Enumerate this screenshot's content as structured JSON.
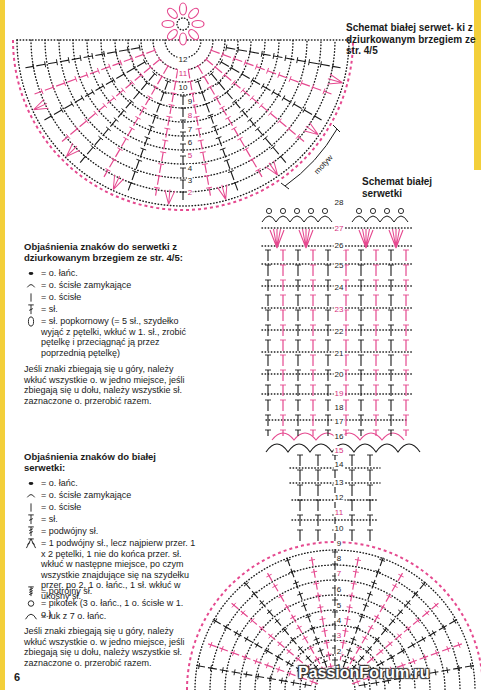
{
  "diagram": {
    "labels": [
      "Schemat białej serwet- ki z dziurkowanym brzegiem ze str. 4/5",
      "motyw",
      "12",
      "11",
      "10",
      "9",
      "8",
      "7",
      "6",
      "5",
      "4",
      "3",
      "2",
      "Schemat białej serwetki",
      "28",
      "27",
      "26",
      "25",
      "24",
      "23",
      "22",
      "21",
      "20",
      "19",
      "18",
      "17",
      "16",
      "15",
      "14",
      "13",
      "12",
      "11",
      "10",
      "9",
      "8",
      "7",
      "6",
      "5",
      "4",
      "3",
      "2",
      "1",
      "Objaśnienia znaków do serwetki z dziurkowanym brzegiem ze str. 4/5:",
      "Jeśli znaki zbiegają się u góry, należy wkłuć wszystkie o. w jedno miejsce, jeśli zbiegają się u dołu, należy wszystkie sł. zaznaczone o. przerobić razem.",
      "Objaśnienia znaków do białej serwetki:",
      "Jeśli znaki zbiegają się u góry, należy wkłuć wszystkie o. w jedno miejsce, jeśli zbiegają się u dołu, należy wszystkie sł. zaznaczone o. przerobić razem.",
      "6",
      "PassionForum.ru"
    ],
    "legend": [
      {
        "text": "= o. łańc."
      },
      {
        "text": "= o. ścisłe zamykające"
      },
      {
        "text": "= o. ścisłe"
      },
      {
        "text": "= sł."
      },
      {
        "text": "= sł. popkornowy (= 5 sł., szydełko wyjąć z pętelki, wkłuć w 1. sł., zrobić pętelkę i przeciągnąć ją przez poprzednią pętelkę)"
      },
      {
        "text": "= o. łańc."
      },
      {
        "text": "= o. ścisłe zamykające"
      },
      {
        "text": "= o. ścisłe"
      },
      {
        "text": "= sł."
      },
      {
        "text": "= podwójny sł."
      },
      {
        "text": "= 1 podwójny sł., lecz najpierw przer. 1 x 2 pętelki, 1 nie do końca przer. sł. wkłuć w następne miejsce, po czym wszystkie znajdujące się na szydełku przer. po 2, 1 o. łańc., 1 sł. wkłuć w ukośny sł."
      },
      {
        "text": "= potrójny sł."
      },
      {
        "text": "= pikotek (3 o. łańc., 1 o. ścisłe w 1. o.)"
      },
      {
        "text": "= łuk z 7 o. łańc."
      }
    ]
  }
}
